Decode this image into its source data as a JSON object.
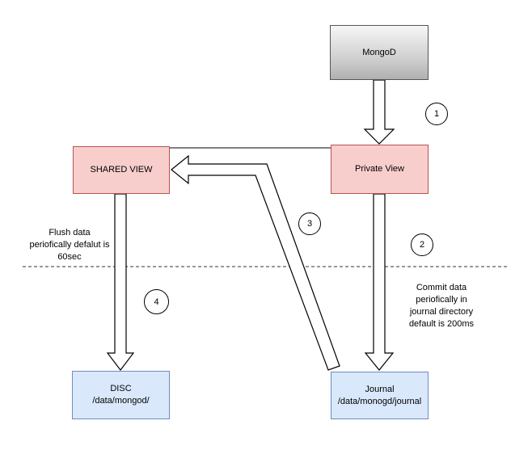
{
  "diagram": {
    "type": "flow-diagram",
    "subject": "MongoDB journaling write flow",
    "nodes": {
      "mongod": {
        "label": "MongoD"
      },
      "private_view": {
        "label": "Private View"
      },
      "shared_view": {
        "label": "SHARED VIEW"
      },
      "disc": {
        "label": "DISC",
        "path": "/data/mongod/"
      },
      "journal": {
        "label": "Journal",
        "path": "/data/monogd/journal"
      }
    },
    "annotations": {
      "flush": {
        "line1": "Flush data",
        "line2": "periofically defalut is",
        "line3": "60sec"
      },
      "commit": {
        "line1": "Commit  data",
        "line2": "periofically in",
        "line3": "journal directory",
        "line4": "default is 200ms"
      }
    },
    "steps": {
      "s1": "1",
      "s2": "2",
      "s3": "3",
      "s4": "4"
    },
    "edges": [
      {
        "from": "mongod",
        "to": "private_view",
        "step": "1"
      },
      {
        "from": "private_view",
        "to": "journal",
        "step": "2"
      },
      {
        "from": "journal",
        "to": "shared_view",
        "step": "3"
      },
      {
        "from": "shared_view",
        "to": "disc",
        "step": "4"
      },
      {
        "from": "shared_view",
        "to": "private_view",
        "style": "thin-line"
      }
    ],
    "colors": {
      "pink_fill": "#f8cecc",
      "pink_border": "#b85450",
      "blue_fill": "#dae8fc",
      "blue_border": "#6c8ebf",
      "gray_fill_top": "#f7f7f7",
      "gray_fill_bottom": "#b0b0b0",
      "gray_border": "#555555",
      "line_color": "#000000",
      "background": "#ffffff"
    }
  }
}
